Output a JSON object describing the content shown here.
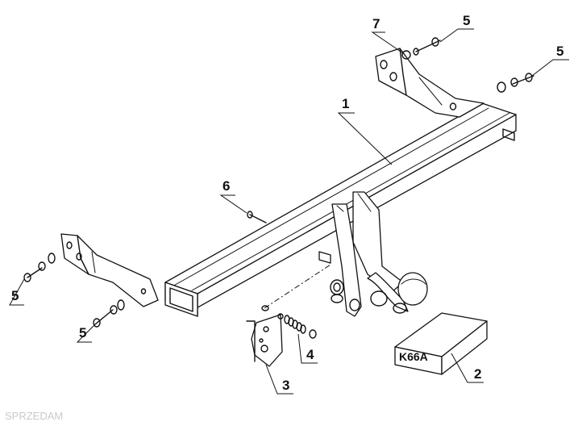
{
  "callouts": {
    "c1": "1",
    "c2": "2",
    "c3": "3",
    "c4": "4",
    "c5a": "5",
    "c5b": "5",
    "c5c": "5",
    "c5d": "5",
    "c6": "6",
    "c7": "7"
  },
  "box_label": "K66A",
  "watermark": "SPRZEDAM",
  "colors": {
    "line": "#111111",
    "background": "#ffffff",
    "watermark": "#c9c9c9"
  }
}
